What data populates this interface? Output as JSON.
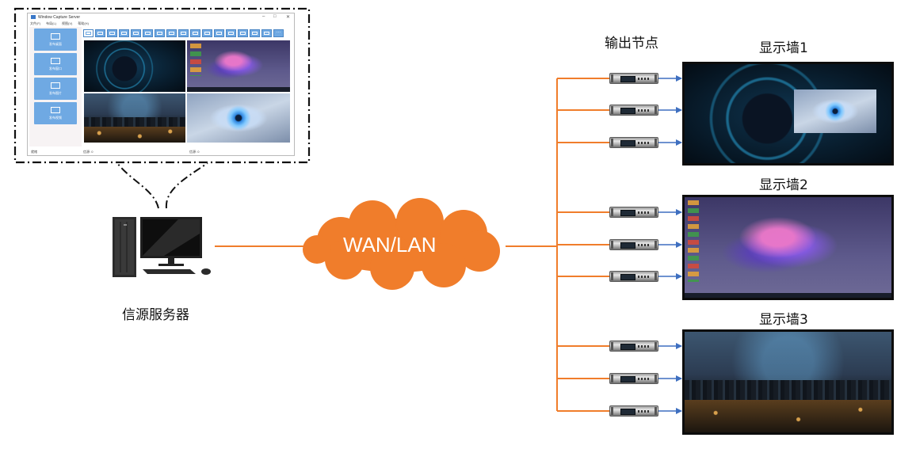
{
  "labels": {
    "output_nodes": "输出节点",
    "source_server": "信源服务器",
    "network": "WAN/LAN",
    "wall1": "显示墙1",
    "wall2": "显示墙2",
    "wall3": "显示墙3"
  },
  "window": {
    "title": "Window Capture Server",
    "menus": [
      "文件(F)",
      "布局(L)",
      "视图(V)",
      "帮助(H)"
    ],
    "sidebar_buttons": [
      "发布桌面",
      "发布窗口",
      "发布图片",
      "发布视频"
    ],
    "status": [
      "就绪",
      "信源: 0",
      "信源: 0"
    ]
  },
  "colors": {
    "link_orange": "#f07d2b",
    "arrow_blue": "#3e6fc0",
    "cloud_orange": "#f07d2b",
    "window_accent": "#6fa9e3"
  },
  "icons": {
    "server_tower": "server-tower-icon",
    "monitor": "monitor-icon",
    "keyboard": "keyboard-icon",
    "mouse": "mouse-icon",
    "output_device": "output-node-device-icon",
    "cloud": "cloud-icon"
  }
}
